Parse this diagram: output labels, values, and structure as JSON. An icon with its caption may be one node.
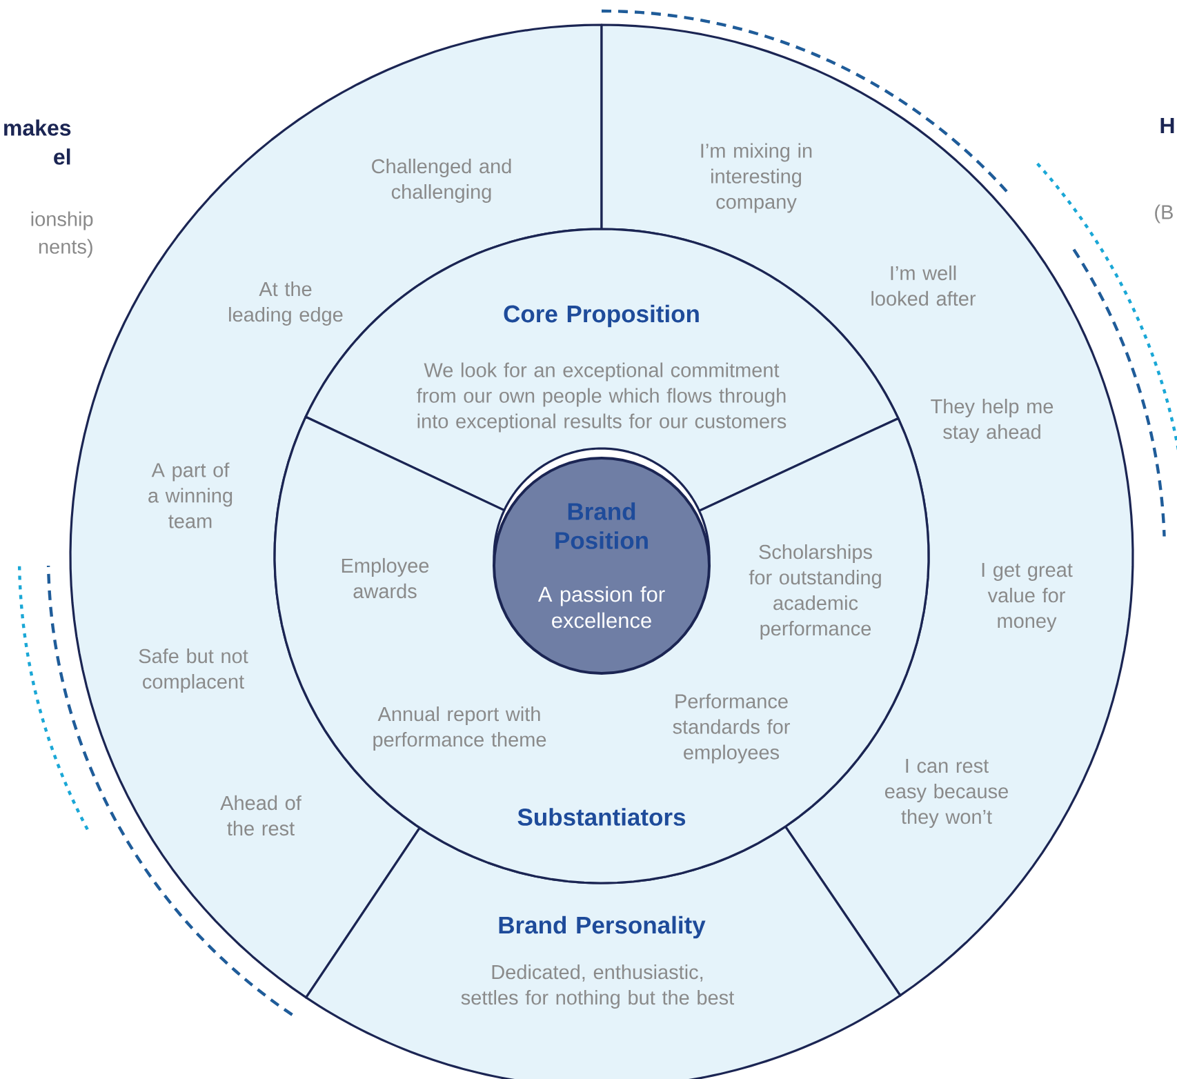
{
  "diagram": {
    "nodes": [
      {
        "text": [
          "Challenged and challenging",
          "At the leading edge",
          "A part of a winning team",
          "Safe but not complacent",
          "Ahead of the rest"
        ]
      },
      {
        "text": [
          "I’m mixing in interesting company",
          "I’m well looked after",
          "They help me stay ahead",
          "I get great value for money",
          "I can rest easy because they won’t"
        ]
      },
      {
        "text": [
          "Brand Personality",
          "Dedicated, enthusiastic, settles for nothing but the best"
        ]
      },
      {
        "text": [
          "Core Proposition",
          "We look for an exceptional commitment from our own people which flows through into exceptional results for our customers"
        ]
      },
      {
        "text": [
          "Employee awards",
          "Scholarships for outstanding academic performance",
          "Annual report with performance theme",
          "Performance standards for employees",
          "Substantiators"
        ]
      },
      {
        "text": [
          "Brand Position",
          "A passion for excellence"
        ]
      }
    ],
    "labels": [
      "makes el",
      "ionship nents)",
      "H",
      "(B"
    ]
  }
}
